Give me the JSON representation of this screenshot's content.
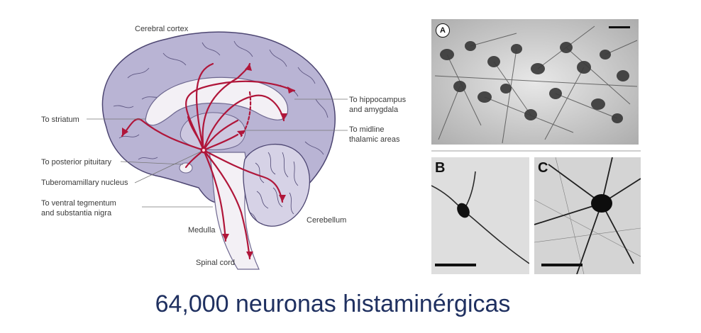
{
  "diagram": {
    "labels": {
      "cerebral_cortex": "Cerebral cortex",
      "to_striatum": "To striatum",
      "to_hippocampus_1": "To hippocampus",
      "to_hippocampus_2": "and amygdala",
      "to_midline_1": "To midline",
      "to_midline_2": "thalamic areas",
      "to_posterior_pituitary": "To posterior pituitary",
      "tuberomammillary_nucleus": "Tuberomamillary nucleus",
      "to_ventral_1": "To ventral tegmentum",
      "to_ventral_2": "and substantia nigra",
      "cerebellum": "Cerebellum",
      "medulla": "Medulla",
      "spinal_cord": "Spinal cord"
    },
    "colors": {
      "brain_fill": "#b9b4d4",
      "brain_stroke": "#4d4672",
      "pathway": "#b0163a",
      "inner_fill": "#f3f0f5"
    }
  },
  "micrographs": {
    "panel_a_label": "A",
    "panel_b_label": "B",
    "panel_c_label": "C"
  },
  "caption": "64,000 neuronas histaminérgicas",
  "colors": {
    "caption": "#1f3060"
  }
}
